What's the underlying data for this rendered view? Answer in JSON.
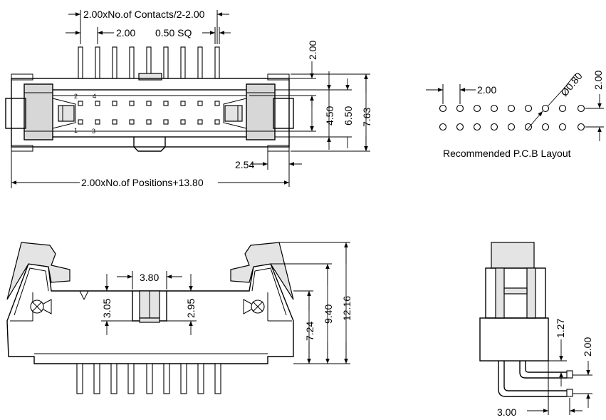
{
  "top_view": {
    "dim_contacts_width": "2.00xNo.of Contacts/2-2.00",
    "dim_pitch": "2.00",
    "dim_pin_square": "0.50 SQ",
    "dim_pin_length": "2.00",
    "dim_row_spacing": "4.50",
    "dim_slot_width": "6.50",
    "dim_body_width": "7.63",
    "dim_end_offset": "2.54",
    "dim_overall_length": "2.00xNo.of Positions+13.80",
    "pin_num_2": "2",
    "pin_num_4": "4",
    "pin_num_1": "1",
    "pin_num_3": "3"
  },
  "pcb_layout": {
    "dim_pitch": "2.00",
    "dim_hole_diameter": "Ø0.80",
    "dim_row_spacing": "2.00",
    "caption": "Recommended P.C.B Layout"
  },
  "front_view": {
    "dim_key_width": "3.80",
    "dim_key_depth_left": "3.05",
    "dim_key_depth_right": "2.95",
    "dim_body_height": "7.24",
    "dim_height_latch": "9.40",
    "dim_total_height": "12.16"
  },
  "side_view": {
    "dim_pin_gap": "1.27",
    "dim_row_pitch": "2.00",
    "dim_pin_offset": "3.00"
  }
}
